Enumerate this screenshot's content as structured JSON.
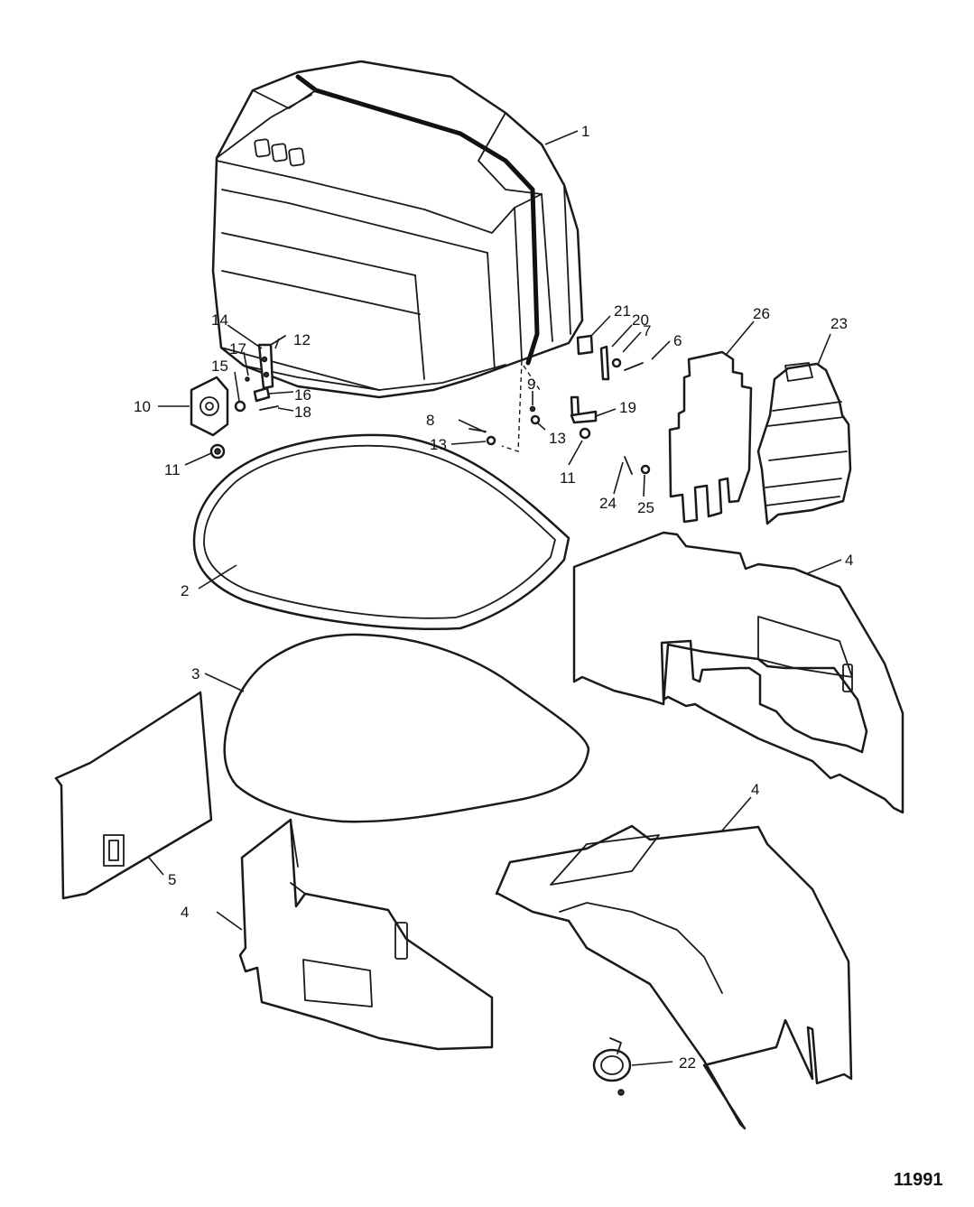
{
  "callouts": [
    {
      "label": "1"
    },
    {
      "label": "2"
    },
    {
      "label": "3"
    },
    {
      "label": "4"
    },
    {
      "label": "4"
    },
    {
      "label": "4"
    },
    {
      "label": "5"
    },
    {
      "label": "6"
    },
    {
      "label": "7"
    },
    {
      "label": "8"
    },
    {
      "label": "9"
    },
    {
      "label": "10"
    },
    {
      "label": "11"
    },
    {
      "label": "11"
    },
    {
      "label": "12"
    },
    {
      "label": "13"
    },
    {
      "label": "13"
    },
    {
      "label": "14"
    },
    {
      "label": "15"
    },
    {
      "label": "16"
    },
    {
      "label": "17"
    },
    {
      "label": "18"
    },
    {
      "label": "19"
    },
    {
      "label": "20"
    },
    {
      "label": "21"
    },
    {
      "label": "22"
    },
    {
      "label": "23"
    },
    {
      "label": "24"
    },
    {
      "label": "25"
    },
    {
      "label": "26"
    }
  ],
  "figure_ref": "11991"
}
